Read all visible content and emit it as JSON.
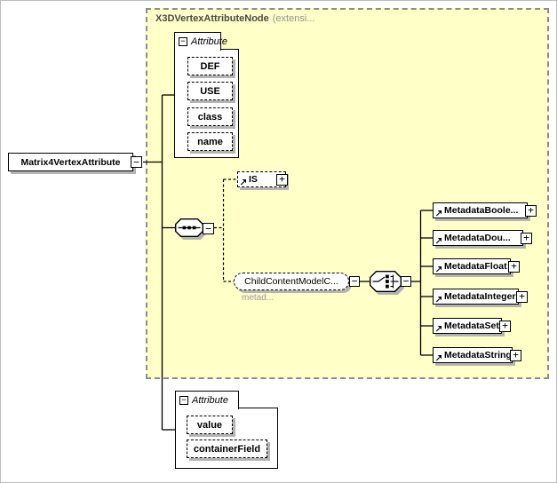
{
  "icons": {
    "collapse": "−",
    "expand": "+"
  },
  "root_element": {
    "label": "Matrix4VertexAttribute"
  },
  "base_type": {
    "name": "X3DVertexAttributeNode",
    "suffix": "(extensi..."
  },
  "attribute_group_top": {
    "label": "Attribute",
    "attributes": [
      "DEF",
      "USE",
      "class",
      "name"
    ]
  },
  "model": {
    "is_element": {
      "label": "IS"
    },
    "child_content": {
      "label": "ChildContentModelC...",
      "annotation": "metad..."
    },
    "metadata_elements": [
      {
        "label": "MetadataBoole..."
      },
      {
        "label": "MetadataDou..."
      },
      {
        "label": "MetadataFloat"
      },
      {
        "label": "MetadataInteger"
      },
      {
        "label": "MetadataSet"
      },
      {
        "label": "MetadataString"
      }
    ]
  },
  "attribute_group_bottom": {
    "label": "Attribute",
    "attributes": [
      "value",
      "containerField"
    ]
  },
  "colors": {
    "container_fill": "#FFFFC8",
    "container_border": "#8C8C8C",
    "box_shadow": "#B4B4B4",
    "header_text": "#4A4A4A",
    "muted_text": "#9A9A9A",
    "line": "#000000"
  }
}
